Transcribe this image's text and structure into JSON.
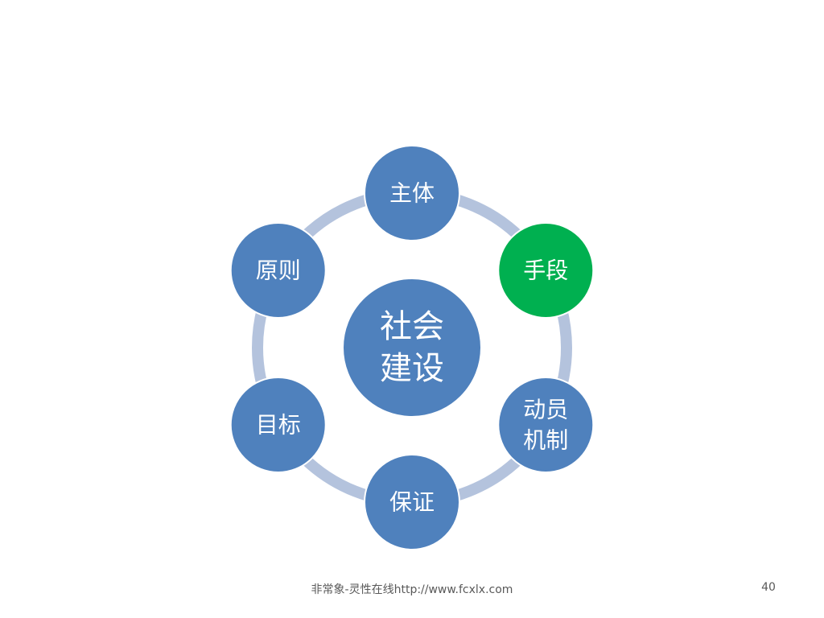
{
  "diagram": {
    "center": {
      "lines": [
        "社会",
        "建设"
      ]
    },
    "nodes": [
      {
        "lines": [
          "主体"
        ],
        "color": "#4f81bd"
      },
      {
        "lines": [
          "手段"
        ],
        "color": "#00b050"
      },
      {
        "lines": [
          "动员",
          "机制"
        ],
        "color": "#4f81bd"
      },
      {
        "lines": [
          "保证"
        ],
        "color": "#4f81bd"
      },
      {
        "lines": [
          "目标"
        ],
        "color": "#4f81bd"
      },
      {
        "lines": [
          "原则"
        ],
        "color": "#4f81bd"
      }
    ],
    "center_color": "#4f81bd",
    "ring_color": "#b4c3dd"
  },
  "footer": {
    "text": "非常象-灵性在线http://www.fcxlx.com",
    "page_number": "40"
  }
}
